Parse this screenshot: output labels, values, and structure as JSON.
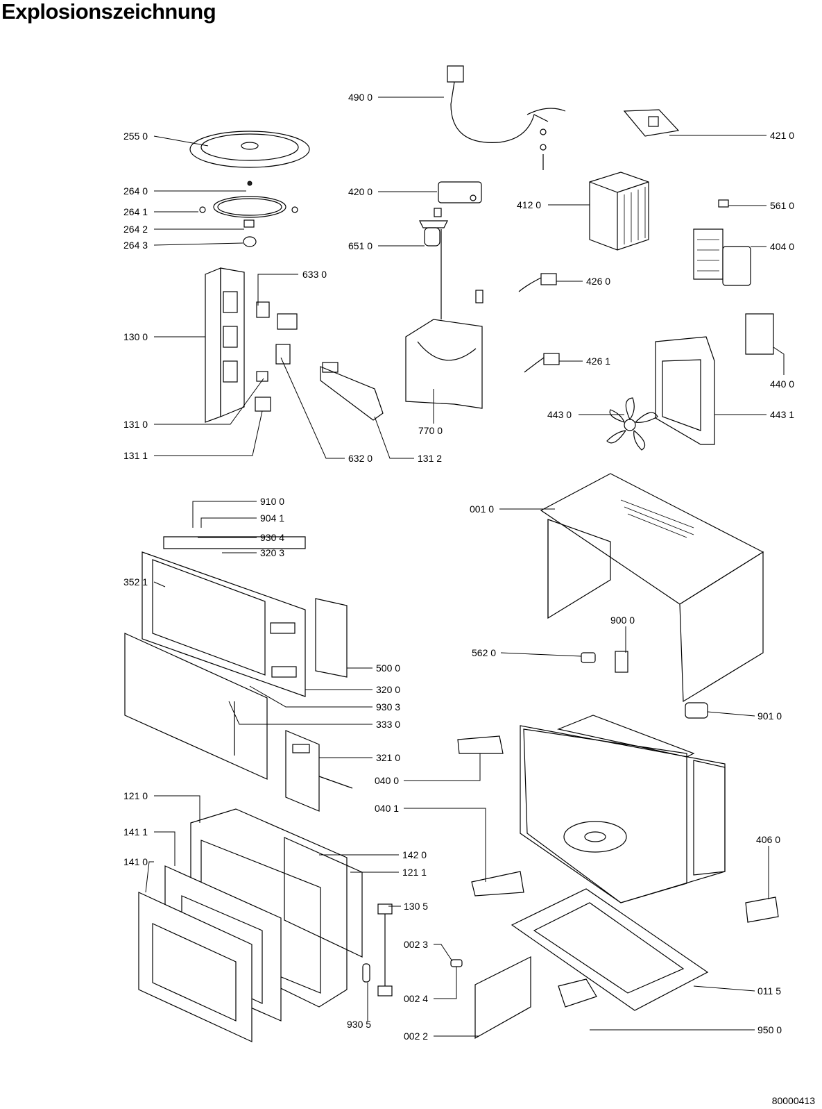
{
  "title": "Explosionszeichnung",
  "doc_number": "80000413",
  "callouts": [
    {
      "id": "2550",
      "label": "255 0"
    },
    {
      "id": "2640",
      "label": "264 0"
    },
    {
      "id": "2641",
      "label": "264 1"
    },
    {
      "id": "2642",
      "label": "264 2"
    },
    {
      "id": "2643",
      "label": "264 3"
    },
    {
      "id": "1300",
      "label": "130 0"
    },
    {
      "id": "6330",
      "label": "633 0"
    },
    {
      "id": "1310",
      "label": "131 0"
    },
    {
      "id": "1311",
      "label": "131 1"
    },
    {
      "id": "6320",
      "label": "632 0"
    },
    {
      "id": "1312",
      "label": "131 2"
    },
    {
      "id": "4900",
      "label": "490 0"
    },
    {
      "id": "4200",
      "label": "420 0"
    },
    {
      "id": "6510",
      "label": "651 0"
    },
    {
      "id": "7700",
      "label": "770 0"
    },
    {
      "id": "4210",
      "label": "421 0"
    },
    {
      "id": "4120",
      "label": "412 0"
    },
    {
      "id": "5610",
      "label": "561 0"
    },
    {
      "id": "4040",
      "label": "404 0"
    },
    {
      "id": "4260",
      "label": "426 0"
    },
    {
      "id": "4261",
      "label": "426 1"
    },
    {
      "id": "4400",
      "label": "440 0"
    },
    {
      "id": "4430",
      "label": "443 0"
    },
    {
      "id": "4431",
      "label": "443 1"
    },
    {
      "id": "9100",
      "label": "910 0"
    },
    {
      "id": "9041",
      "label": "904 1"
    },
    {
      "id": "9304",
      "label": "930 4"
    },
    {
      "id": "3203",
      "label": "320 3"
    },
    {
      "id": "3521",
      "label": "352 1"
    },
    {
      "id": "5000",
      "label": "500 0"
    },
    {
      "id": "3200",
      "label": "320 0"
    },
    {
      "id": "9303",
      "label": "930 3"
    },
    {
      "id": "3330",
      "label": "333 0"
    },
    {
      "id": "3210",
      "label": "321 0"
    },
    {
      "id": "1210",
      "label": "121 0"
    },
    {
      "id": "1411",
      "label": "141 1"
    },
    {
      "id": "1410",
      "label": "141 0"
    },
    {
      "id": "1420",
      "label": "142 0"
    },
    {
      "id": "1211",
      "label": "121 1"
    },
    {
      "id": "1305",
      "label": "130 5"
    },
    {
      "id": "0023",
      "label": "002 3"
    },
    {
      "id": "0024",
      "label": "002 4"
    },
    {
      "id": "9305",
      "label": "930 5"
    },
    {
      "id": "0022",
      "label": "002 2"
    },
    {
      "id": "0010",
      "label": "001 0"
    },
    {
      "id": "9000",
      "label": "900 0"
    },
    {
      "id": "5620",
      "label": "562 0"
    },
    {
      "id": "9010",
      "label": "901 0"
    },
    {
      "id": "0400",
      "label": "040 0"
    },
    {
      "id": "0401",
      "label": "040 1"
    },
    {
      "id": "4060",
      "label": "406 0"
    },
    {
      "id": "0115",
      "label": "011 5"
    },
    {
      "id": "9500",
      "label": "950 0"
    }
  ]
}
